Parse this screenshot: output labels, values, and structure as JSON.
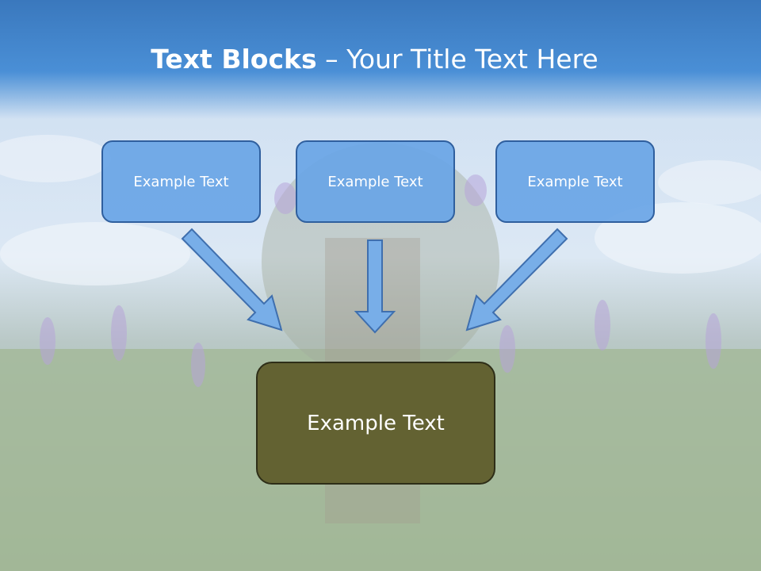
{
  "title": {
    "bold": "Text Blocks",
    "rest": " – Your Title Text Here"
  },
  "blocks": [
    {
      "label": "Example Text"
    },
    {
      "label": "Example Text"
    },
    {
      "label": "Example Text"
    }
  ],
  "target": {
    "label": "Example Text"
  },
  "colors": {
    "header": "#3a78bd",
    "block_fill": "#69a5e6",
    "block_border": "#2f5f9e",
    "target_fill": "#636232",
    "arrow_fill": "#78aee8"
  }
}
